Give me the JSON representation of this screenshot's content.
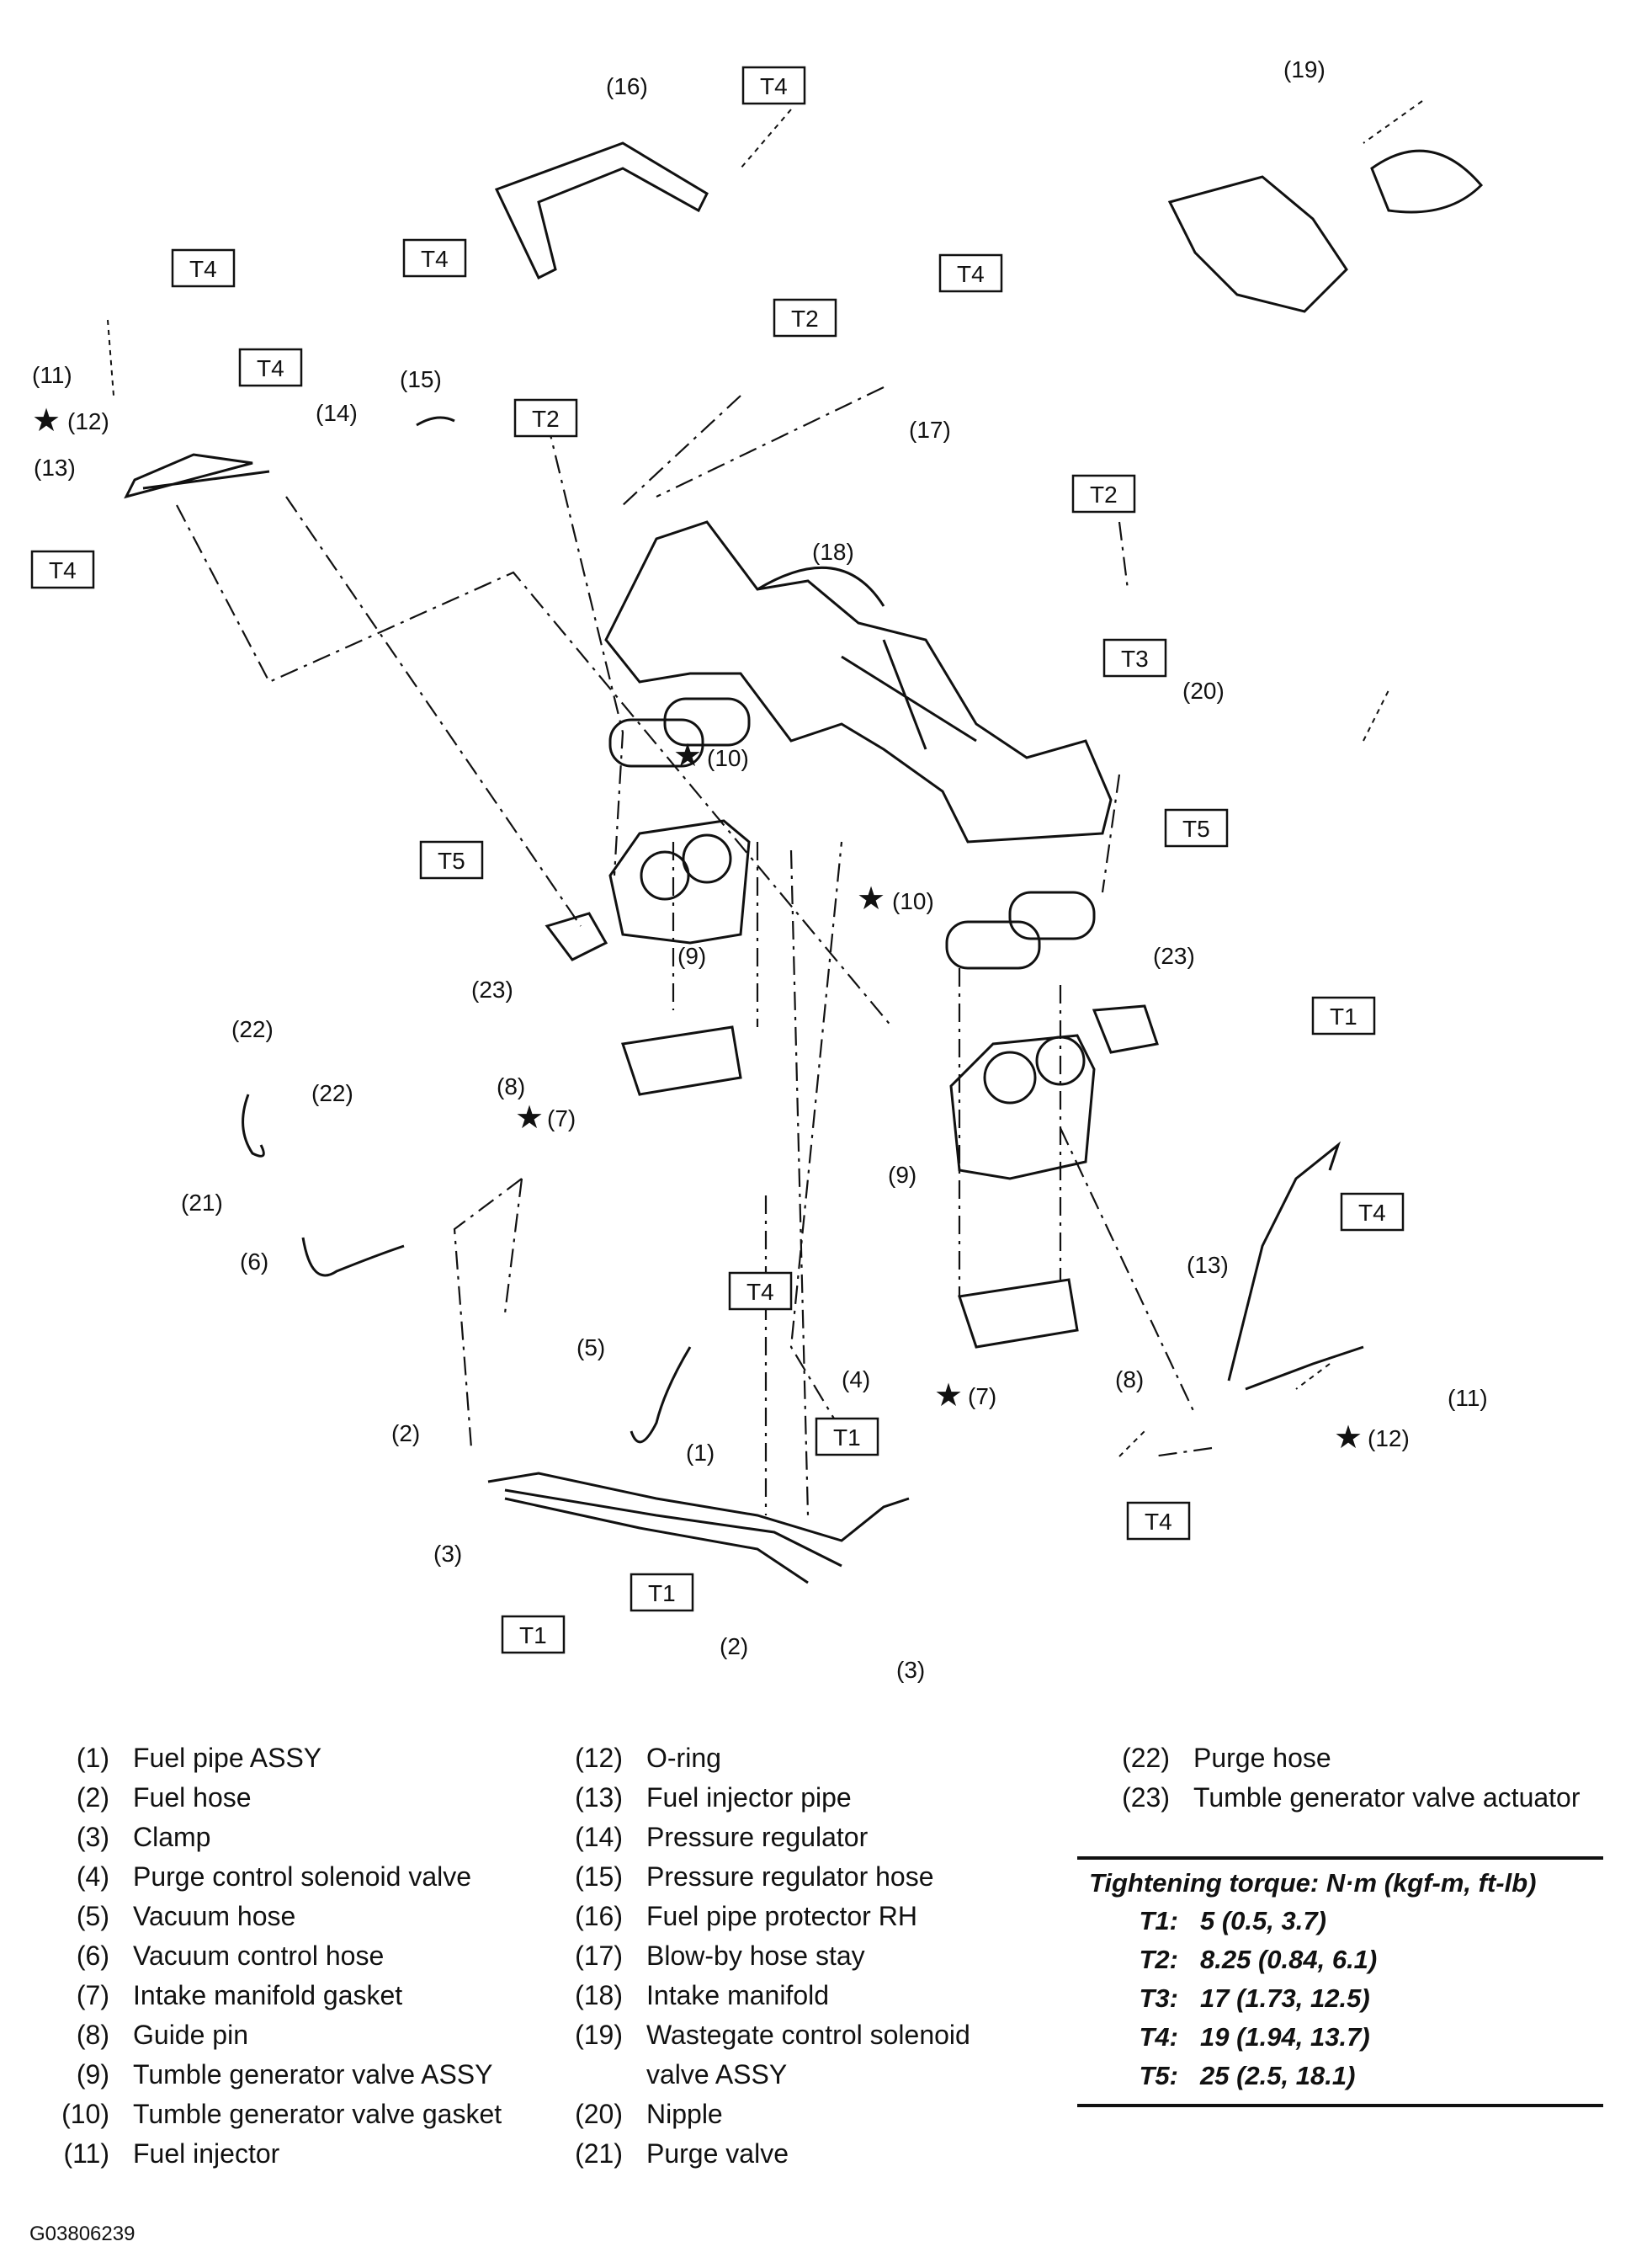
{
  "diagram": {
    "callouts": [
      "(1)",
      "(2)",
      "(3)",
      "(4)",
      "(5)",
      "(6)",
      "(7)",
      "(8)",
      "(9)",
      "(10)",
      "(11)",
      "(12)",
      "(13)",
      "(14)",
      "(15)",
      "(16)",
      "(17)",
      "(18)",
      "(19)",
      "(20)",
      "(21)",
      "(22)",
      "(23)"
    ],
    "torque_boxes": [
      "T1",
      "T2",
      "T3",
      "T4",
      "T5"
    ]
  },
  "legend": {
    "col1": [
      {
        "num": "(1)",
        "label": "Fuel pipe ASSY"
      },
      {
        "num": "(2)",
        "label": "Fuel hose"
      },
      {
        "num": "(3)",
        "label": "Clamp"
      },
      {
        "num": "(4)",
        "label": "Purge control solenoid valve"
      },
      {
        "num": "(5)",
        "label": "Vacuum hose"
      },
      {
        "num": "(6)",
        "label": "Vacuum control hose"
      },
      {
        "num": "(7)",
        "label": "Intake manifold gasket"
      },
      {
        "num": "(8)",
        "label": "Guide pin"
      },
      {
        "num": "(9)",
        "label": "Tumble generator valve ASSY"
      },
      {
        "num": "(10)",
        "label": "Tumble generator valve gasket"
      },
      {
        "num": "(11)",
        "label": "Fuel injector"
      }
    ],
    "col2": [
      {
        "num": "(12)",
        "label": "O-ring"
      },
      {
        "num": "(13)",
        "label": "Fuel injector pipe"
      },
      {
        "num": "(14)",
        "label": "Pressure regulator"
      },
      {
        "num": "(15)",
        "label": "Pressure regulator hose"
      },
      {
        "num": "(16)",
        "label": "Fuel pipe protector RH"
      },
      {
        "num": "(17)",
        "label": "Blow-by hose stay"
      },
      {
        "num": "(18)",
        "label": "Intake manifold"
      },
      {
        "num": "(19)",
        "label": "Wastegate control solenoid valve ASSY"
      },
      {
        "num": "(20)",
        "label": "Nipple"
      },
      {
        "num": "(21)",
        "label": "Purge valve"
      }
    ],
    "col3": [
      {
        "num": "(22)",
        "label": "Purge hose"
      },
      {
        "num": "(23)",
        "label": "Tumble generator valve actuator"
      }
    ]
  },
  "torque": {
    "heading": "Tightening torque: N·m (kgf-m, ft-lb)",
    "rows": [
      {
        "key": "T1:",
        "value": "5 (0.5, 3.7)"
      },
      {
        "key": "T2:",
        "value": "8.25 (0.84, 6.1)"
      },
      {
        "key": "T3:",
        "value": "17 (1.73, 12.5)"
      },
      {
        "key": "T4:",
        "value": "19 (1.94, 13.7)"
      },
      {
        "key": "T5:",
        "value": "25 (2.5, 18.1)"
      }
    ]
  },
  "figure_code": "G03806239"
}
